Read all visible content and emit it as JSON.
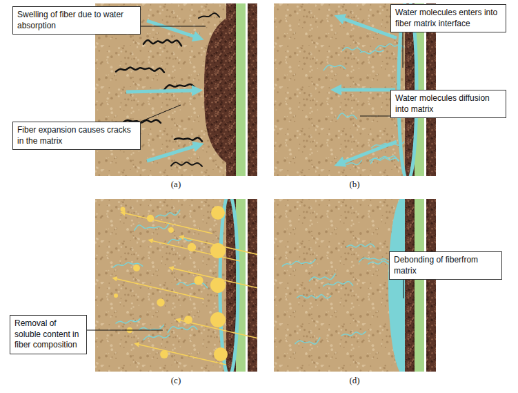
{
  "diagram": {
    "nodes": [
      {
        "text": [
          "Swelling of fiber due to water absorption"
        ]
      },
      {
        "text": [
          "Fiber expansion causes cracks in the matrix"
        ]
      },
      {
        "text": [
          "Water molecules enters into fiber matrix interface"
        ]
      },
      {
        "text": [
          "Water molecules diffusion into matrix"
        ]
      },
      {
        "text": [
          "Removal of soluble content in fiber composition"
        ]
      },
      {
        "text": [
          "Debonding of fiberfrom matrix"
        ]
      }
    ],
    "labels": [
      "(a)",
      "(b)",
      "(c)",
      "(d)"
    ]
  }
}
